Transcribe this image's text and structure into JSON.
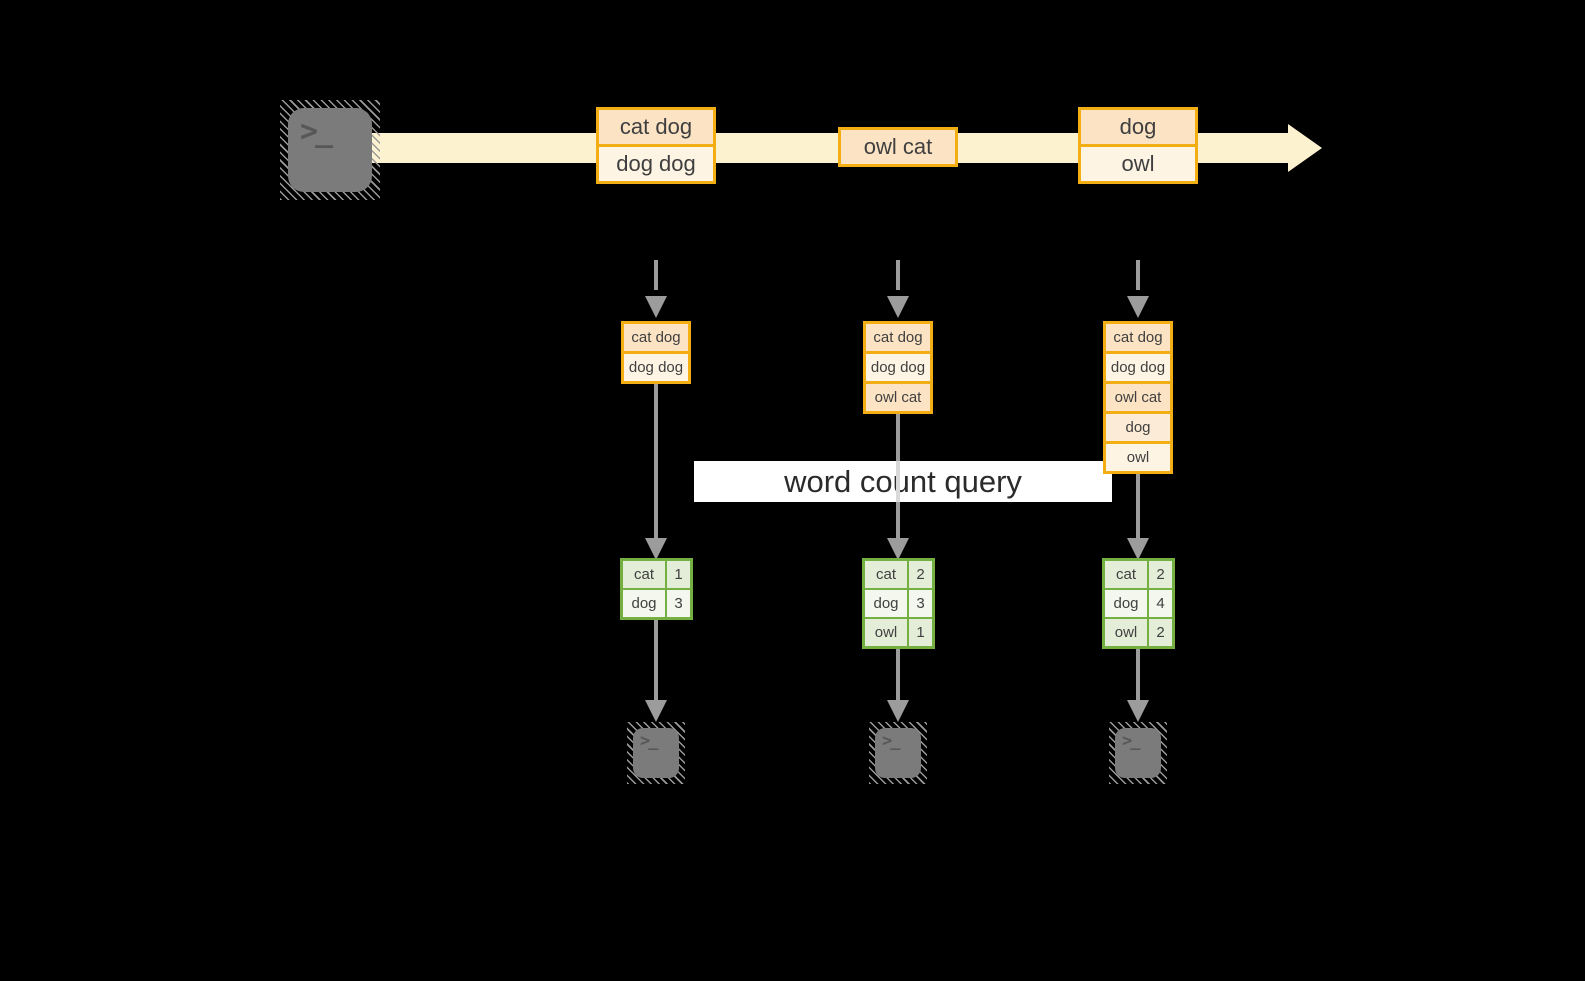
{
  "query_box": {
    "label": "word count query",
    "bg": "#ffffff"
  },
  "palette": {
    "background": "#000000",
    "stream_band": "#fdf2cf",
    "orange_border": "#f2ae13",
    "cell_peach": "#fbe3c4",
    "cell_peach_light": "#fcebd6",
    "cell_cream": "#fdf4e4",
    "green_border": "#74b041",
    "cell_sage": "#e4edd8",
    "cell_mint_white": "#f3f7ee",
    "arrow_gray": "#9c9c9c",
    "terminal_gray": "#7b7b7b"
  },
  "icons": {
    "terminal_glyph": ">_"
  },
  "stream": {
    "source_icon": "terminal-icon",
    "events": [
      {
        "rows": [
          {
            "text": "cat dog",
            "tone": "peach"
          },
          {
            "text": "dog dog",
            "tone": "cream"
          }
        ]
      },
      {
        "rows": [
          {
            "text": "owl cat",
            "tone": "peach"
          }
        ]
      },
      {
        "rows": [
          {
            "text": "dog",
            "tone": "peach"
          },
          {
            "text": "owl",
            "tone": "cream"
          }
        ]
      }
    ]
  },
  "columns": [
    {
      "inputs": [
        {
          "text": "cat dog"
        },
        {
          "text": "dog dog"
        }
      ],
      "results": [
        {
          "word": "cat",
          "count": "1"
        },
        {
          "word": "dog",
          "count": "3"
        }
      ],
      "sink_icon": "terminal-icon"
    },
    {
      "inputs": [
        {
          "text": "cat dog"
        },
        {
          "text": "dog dog"
        },
        {
          "text": "owl cat"
        }
      ],
      "results": [
        {
          "word": "cat",
          "count": "2"
        },
        {
          "word": "dog",
          "count": "3"
        },
        {
          "word": "owl",
          "count": "1"
        }
      ],
      "sink_icon": "terminal-icon"
    },
    {
      "inputs": [
        {
          "text": "cat dog"
        },
        {
          "text": "dog dog"
        },
        {
          "text": "owl cat"
        },
        {
          "text": "dog"
        },
        {
          "text": "owl"
        }
      ],
      "results": [
        {
          "word": "cat",
          "count": "2"
        },
        {
          "word": "dog",
          "count": "4"
        },
        {
          "word": "owl",
          "count": "2"
        }
      ],
      "sink_icon": "terminal-icon"
    }
  ]
}
